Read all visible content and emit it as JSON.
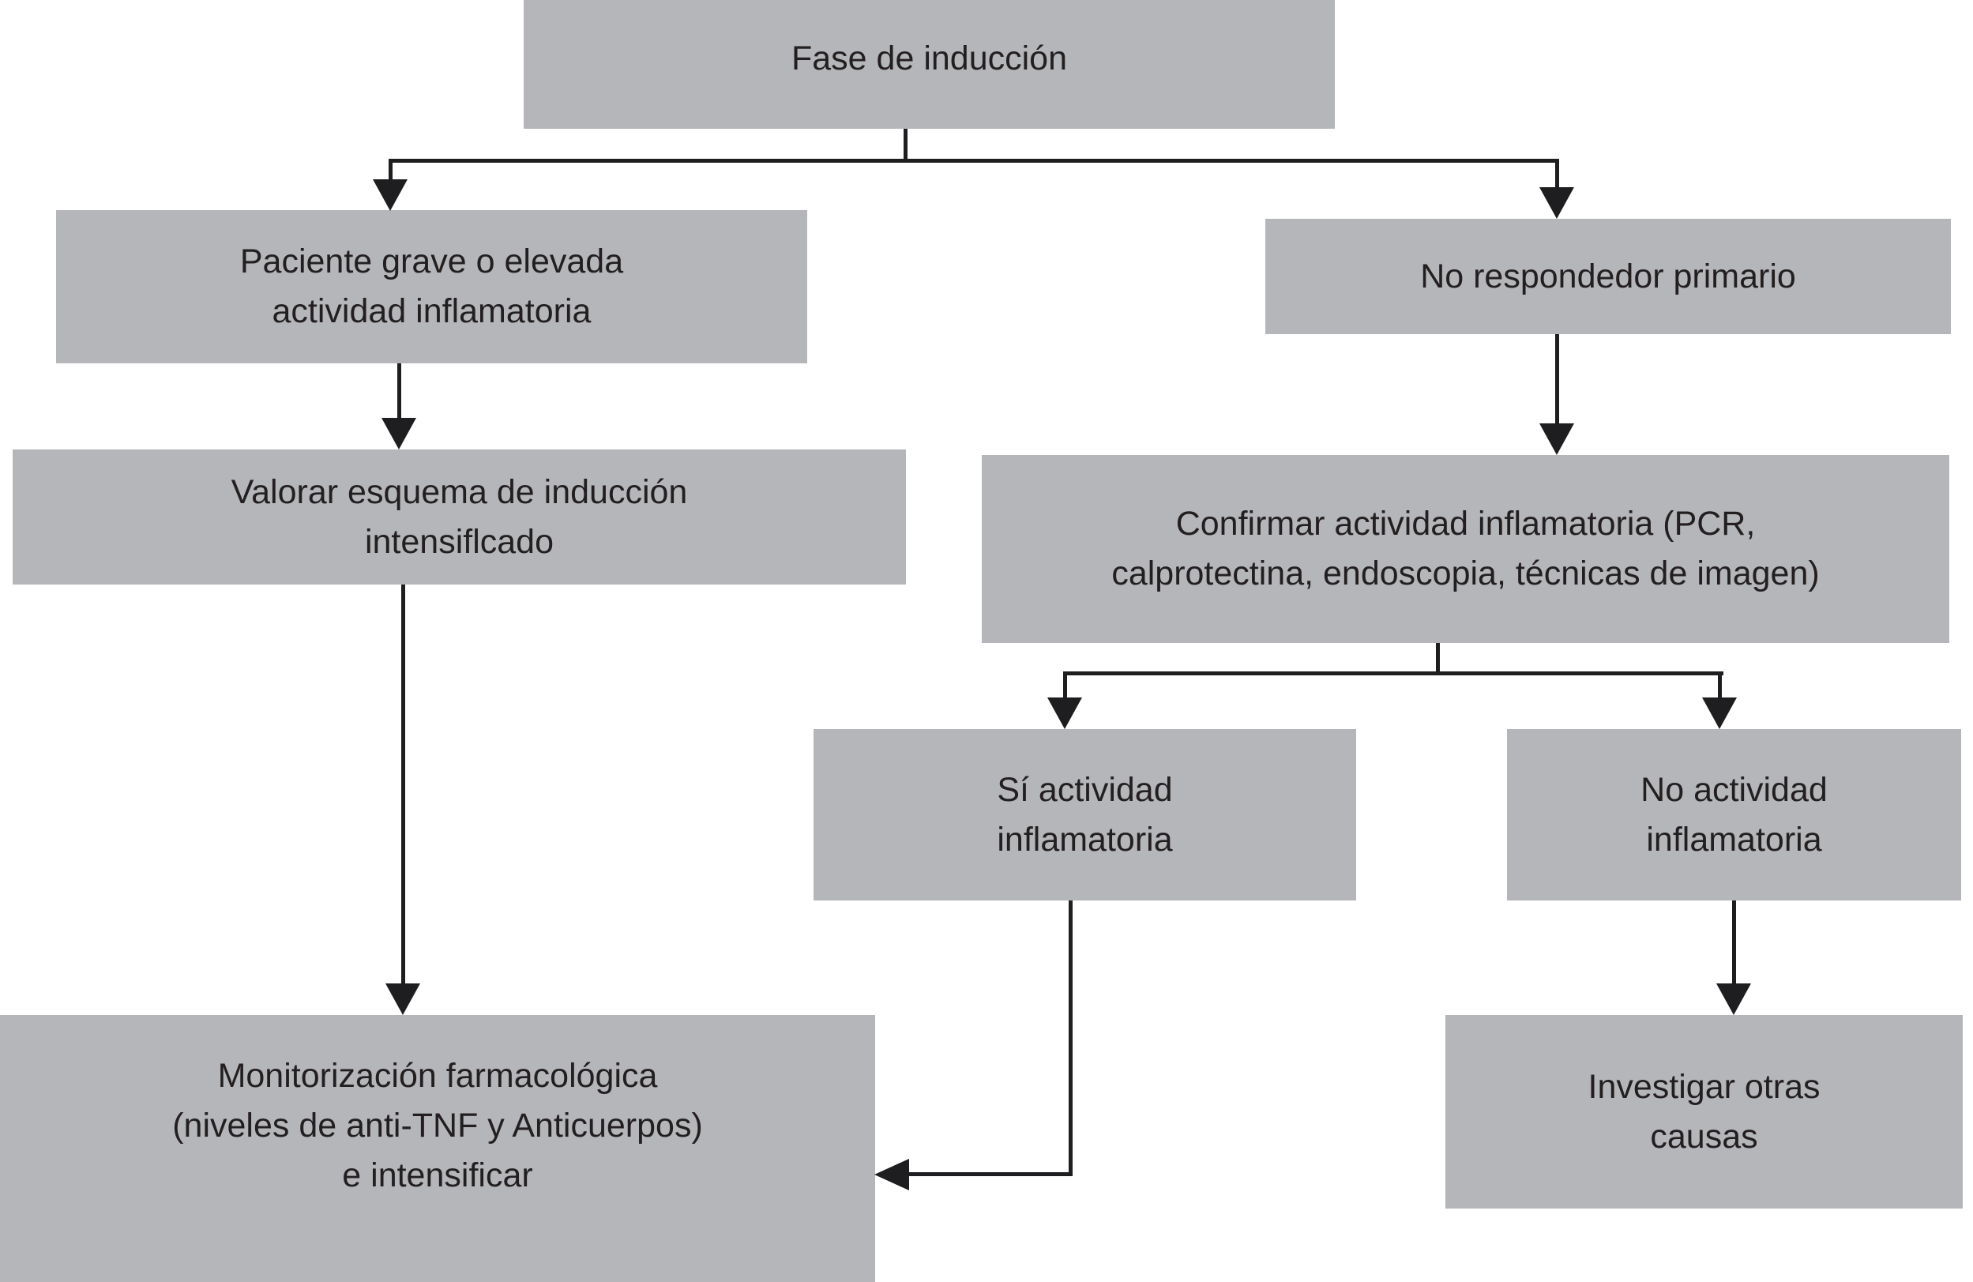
{
  "figure": {
    "title": "Fase de inducción",
    "type": "flowchart",
    "colors": {
      "background": "#ffffff",
      "box_fill": "#b5b6b9",
      "text": "#231f20",
      "line": "#1e1e20"
    }
  },
  "nodes": {
    "fase_de_induccion": {
      "label": "Fase de inducción"
    },
    "paciente_grave": {
      "label": "Paciente grave o elevada\nactividad inflamatoria"
    },
    "no_respondedor": {
      "label": "No respondedor primario"
    },
    "valorar_esquema": {
      "label": "Valorar esquema de inducción\nintensiflcado"
    },
    "confirmar_actividad": {
      "label": "Confirmar actividad inflamatoria (PCR,\ncalprotectina, endoscopia, técnicas de imagen)"
    },
    "si_actividad": {
      "label": "Sí actividad\ninflamatoria"
    },
    "no_actividad": {
      "label": "No actividad\ninflamatoria"
    },
    "monitorizacion": {
      "label": "Monitorización farmacológica\n(niveles de anti-TNF y Anticuerpos)\ne intensificar"
    },
    "investigar": {
      "label": "Investigar otras\ncausas"
    }
  },
  "edges": [
    {
      "from": "fase_de_induccion",
      "to": "paciente_grave"
    },
    {
      "from": "fase_de_induccion",
      "to": "no_respondedor"
    },
    {
      "from": "paciente_grave",
      "to": "valorar_esquema"
    },
    {
      "from": "no_respondedor",
      "to": "confirmar_actividad"
    },
    {
      "from": "valorar_esquema",
      "to": "monitorizacion"
    },
    {
      "from": "confirmar_actividad",
      "to": "si_actividad"
    },
    {
      "from": "confirmar_actividad",
      "to": "no_actividad"
    },
    {
      "from": "si_actividad",
      "to": "monitorizacion"
    },
    {
      "from": "no_actividad",
      "to": "investigar"
    }
  ]
}
